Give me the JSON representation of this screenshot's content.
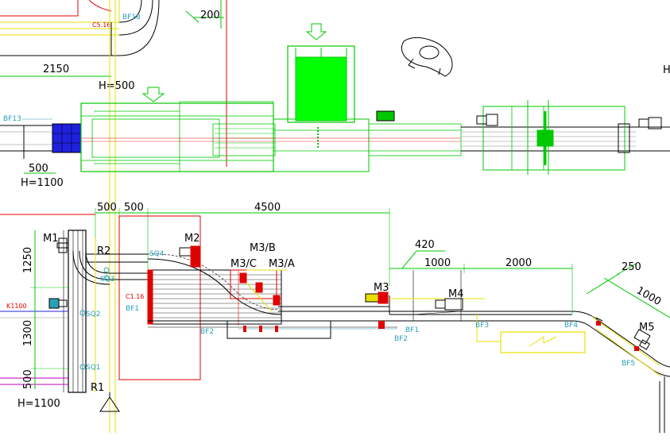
{
  "dimensions": {
    "d200": "200",
    "d2150": "2150",
    "h500": "H=500",
    "d500_top": "500",
    "h1100_top": "H=1100",
    "d500_a": "500",
    "d500_b": "500",
    "d4500": "4500",
    "d420": "420",
    "d1000_a": "1000",
    "d2000": "2000",
    "d250": "250",
    "d1000_b": "1000",
    "d1250": "1250",
    "d1300": "1300",
    "d500_left": "500",
    "h1100_bottom": "H=1100",
    "h_right_edge": "H"
  },
  "labels": {
    "m1": "M1",
    "m2": "M2",
    "m3": "M3",
    "m3b": "M3/B",
    "m3c": "M3/C",
    "m3a": "M3/A",
    "m4": "M4",
    "m5": "M5",
    "r1": "R1",
    "r2": "R2"
  },
  "sensors": {
    "bf18": "BF18",
    "bf13": "BF13",
    "sq4": "SQ4",
    "sq3": "SQ3",
    "sq2": "SQ2",
    "sq1": "SQ1",
    "bf1": "BF1",
    "bf1_right": "BF1",
    "bf2": "BF2",
    "bf2_right": "BF2",
    "bf3": "BF3",
    "bf4": "BF4",
    "bf5": "BF5"
  },
  "red_tags": {
    "c516": "C5.16",
    "c116": "C1.16",
    "k1100": "K1100"
  },
  "colors": {
    "conveyor_green": "#00c800",
    "fill_green": "#00ff00",
    "outline_red": "#e00000",
    "guide_yellow": "#e8e000",
    "motor_blue": "#2020e0",
    "sensor_cyan": "#2aa0b8",
    "line_black": "#000000",
    "line_gray": "#888888",
    "line_magenta": "#c000c0"
  },
  "icons": {
    "drop_arrow": "down-arrow-icon",
    "motor": "motor-icon",
    "robot": "robot-gripper-icon",
    "support": "triangle-support-icon"
  }
}
